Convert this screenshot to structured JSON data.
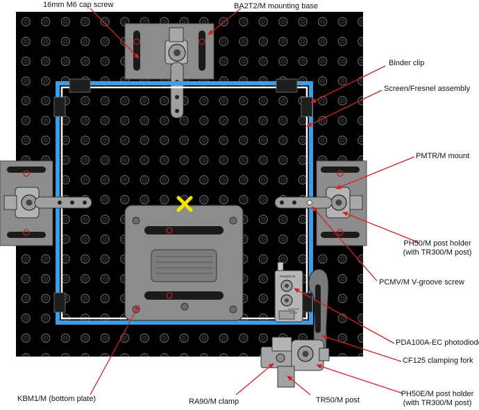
{
  "labels": {
    "cap_screw": "16mm M6 cap screw",
    "mounting_base": "BA2T2/M mounting base",
    "binder_clip": "Binder clip",
    "screen_assembly": "Screen/Fresnel assembly",
    "pmtr_mount": "PMTR/M mount",
    "post_holder_line1": "PH50/M post holder",
    "post_holder_line2": "(with TR300/M post)",
    "vgroove_screw": "PCMV/M V-groove screw",
    "photodiode": "PDA100A-EC photodiode",
    "clamping_fork": "CF125 clamping fork",
    "ph50e_line1": "PH50E/M post holder",
    "ph50e_line2": "(with TR300/M post)",
    "tr50_post": "TR50/M post",
    "ra90_clamp": "RA90/M clamp",
    "kbm1_plate": "KBM1/M (bottom plate)"
  },
  "detector_text": {
    "power_in": "POWER IN",
    "output_line1": "OUTPUT",
    "output_line2": "0-10V"
  },
  "colors": {
    "breadboard": "#000000",
    "hole_ring": "#555555",
    "screen_edge": "#3a9fe8",
    "callout": "#d42020",
    "target_marker": "#f2e600",
    "hardware": "#8a8a8a"
  }
}
